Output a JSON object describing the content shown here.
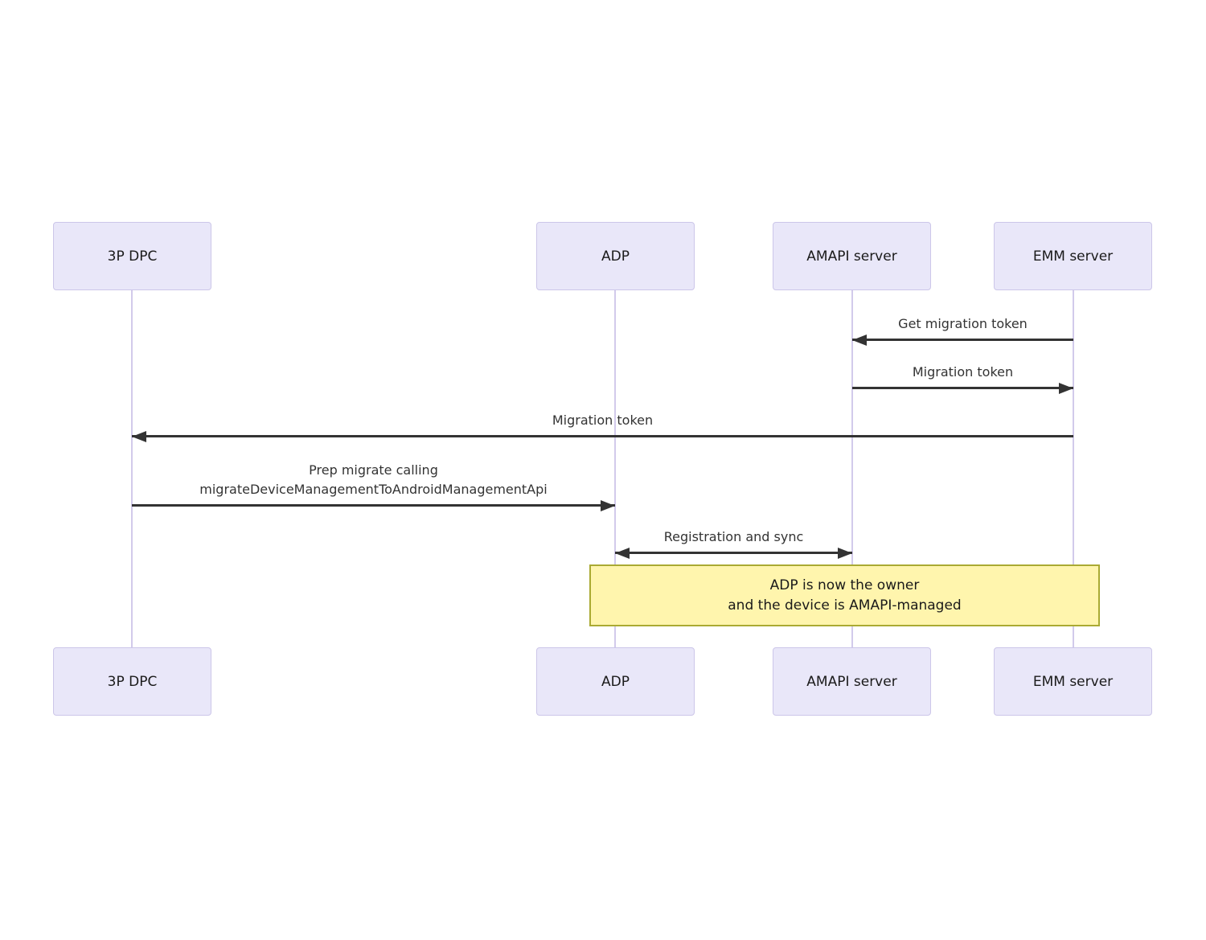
{
  "actors": [
    {
      "id": "3p-dpc",
      "label": "3P DPC"
    },
    {
      "id": "adp",
      "label": "ADP"
    },
    {
      "id": "amapi-server",
      "label": "AMAPI server"
    },
    {
      "id": "emm-server",
      "label": "EMM server"
    }
  ],
  "messages": [
    {
      "text": "Get migration token",
      "from": "EMM server",
      "to": "AMAPI server",
      "direction": "left"
    },
    {
      "text": "Migration token",
      "from": "AMAPI server",
      "to": "EMM server",
      "direction": "right"
    },
    {
      "text": "Migration token",
      "from": "EMM server",
      "to": "3P DPC",
      "direction": "left"
    },
    {
      "text": "Prep migrate calling",
      "text2": "migrateDeviceManagementToAndroidManagementApi",
      "from": "3P DPC",
      "to": "ADP",
      "direction": "right"
    },
    {
      "text": "Registration and sync",
      "from": "ADP",
      "to": "AMAPI server",
      "direction": "both"
    }
  ],
  "note": {
    "text": "ADP is now the owner",
    "text2": "and the device is AMAPI-managed",
    "over": "ADP, EMM server"
  },
  "colors": {
    "background": "#ffffff",
    "actor_fill": "#e9e7f9",
    "actor_border": "#ccc6e9",
    "lifeline": "#d2caeb",
    "arrow": "#333333",
    "message_text": "#333333",
    "note_fill": "#fff5ad",
    "note_border": "#aaaa33"
  }
}
